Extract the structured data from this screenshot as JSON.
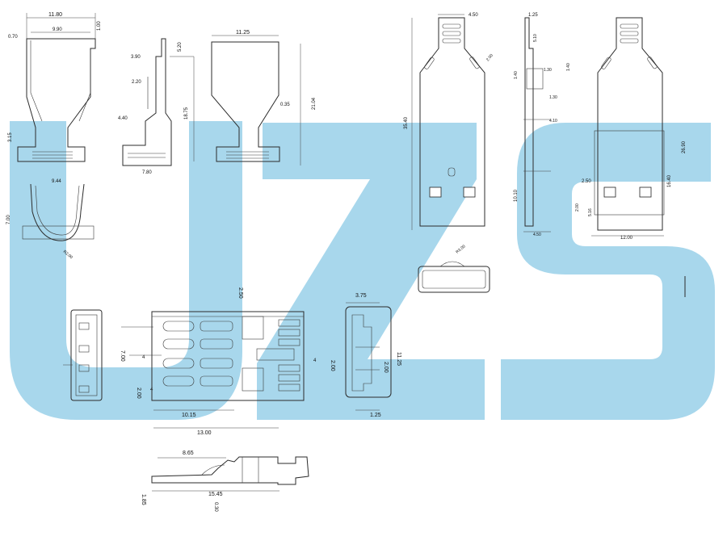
{
  "watermark": {
    "text": "UZS",
    "color": "#9fd3ea"
  },
  "colors": {
    "line": "#2b2b2b",
    "background": "#ffffff"
  },
  "dims": {
    "d1": "11.80",
    "d2": "9.90",
    "d3": "0.70",
    "d4": "1.00",
    "d5": "3.15",
    "d6": "3.90",
    "d7": "5.20",
    "d8": "2.20",
    "d9": "4.40",
    "d10": "18.75",
    "d11": "7.80",
    "d12": "11.25",
    "d13": "21.04",
    "d14": "0.35",
    "d15": "9.44",
    "d16": "7.00",
    "d17": "R2.00",
    "d18": "4.50",
    "d19": "35.40",
    "d20": "2.00",
    "d21": "R3.00",
    "d22": "1.25",
    "d23": "5.10",
    "d24": "1.30",
    "d25": "1.40",
    "d26": "1.40",
    "d27": "1.30",
    "d28": "4.10",
    "d29": "10.10",
    "d30": "4.50",
    "d31": "26.90",
    "d32": "2.50",
    "d33": "16.40",
    "d34": "2.00",
    "d35": "5.16",
    "d36": "12.00",
    "d37": "2.50",
    "d38": "7.00",
    "d39": "4",
    "d40": "2.00",
    "d41": "4",
    "d42": "10.15",
    "d43": "13.00",
    "d44": "4",
    "d45": "3.75",
    "d46": "11.25",
    "d47": "2.00",
    "d48": "2.00",
    "d49": "1.25",
    "d50": "8.65",
    "d51": "15.45",
    "d52": "1.85",
    "d53": "0.30"
  }
}
